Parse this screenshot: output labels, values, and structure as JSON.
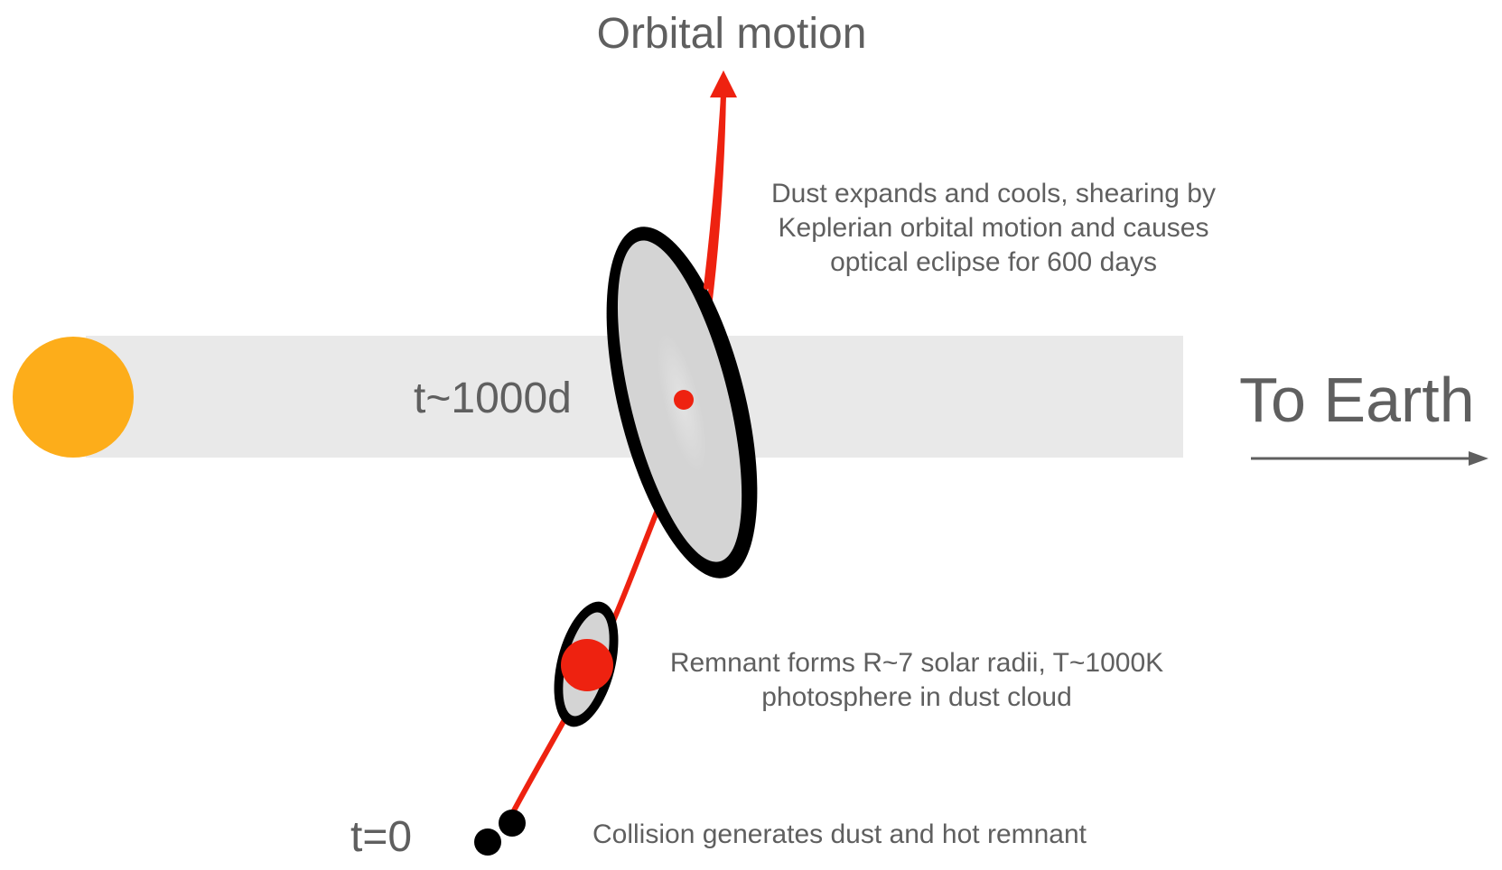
{
  "diagram": {
    "title": "Orbital motion",
    "direction_label": "To Earth",
    "time_labels": {
      "late": "t~1000d",
      "start": "t=0"
    },
    "annotations": {
      "dust_lines": [
        "Dust expands and cools, shearing by",
        "Keplerian orbital motion and causes",
        "optical eclipse for 600 days"
      ],
      "remnant_lines": [
        "Remnant forms R~7 solar radii, T~1000K",
        "photosphere in dust cloud"
      ],
      "collision": "Collision generates dust and hot remnant"
    },
    "elements": {
      "star": "orange star (host)",
      "line_of_sight_band": "gray band toward Earth",
      "orbit_path": "red orbital trajectory arrow",
      "dust_cloud_large": "sheared dust cloud at t~1000d",
      "dust_cloud_small": "young dust cloud around remnant",
      "remnant": "hot remnant photosphere",
      "colliding_bodies": "two colliding bodies at t=0"
    },
    "colors": {
      "star": "#fdad1a",
      "band": "#e9e9e9",
      "orbit": "#ee2210",
      "dust_fill": "#d4d4d4",
      "dust_outline": "#000000",
      "text": "#5f5f5f",
      "earth_arrow": "#5f5f5f"
    }
  }
}
